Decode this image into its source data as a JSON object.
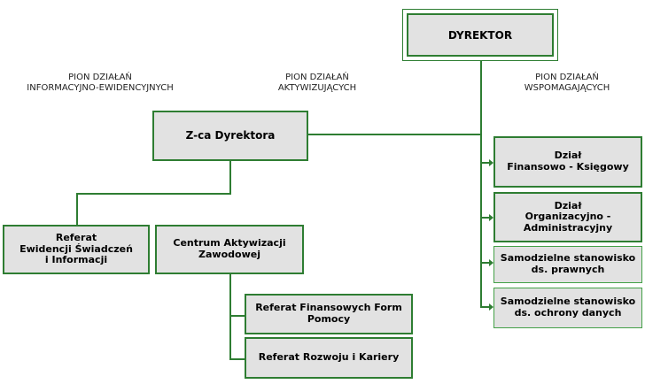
{
  "pion": {
    "informacyjny": [
      "PION DZIAŁAŃ",
      "INFORMACYJNO-EWIDENCYJNYCH"
    ],
    "aktywizujacy": [
      "PION DZIAŁAŃ",
      "AKTYWIZUJĄCYCH"
    ],
    "wspomagajacy": [
      "PION DZIAŁAŃ",
      "WSPOMAGAJĄCYCH"
    ]
  },
  "boxes": {
    "dyrektor": "DYREKTOR",
    "zca": "Z-ca Dyrektora",
    "referat_ewidencji": [
      "Referat",
      "Ewidencji Świadczeń",
      "i Informacji"
    ],
    "centrum": [
      "Centrum Aktywizacji",
      "Zawodowej"
    ],
    "referat_finansowych": [
      "Referat Finansowych Form",
      "Pomocy"
    ],
    "referat_rozwoju": "Referat Rozwoju i Kariery",
    "dzial_finansowo": [
      "Dział",
      "Finansowo - Księgowy"
    ],
    "dzial_organizacyjno": [
      "Dział",
      "Organizacyjno -",
      "Administracyjny"
    ],
    "stanowisko_prawne": [
      "Samodzielne stanowisko",
      "ds. prawnych"
    ],
    "stanowisko_dane": [
      "Samodzielne stanowisko",
      "ds. ochrony danych"
    ]
  },
  "colors": {
    "border": "#2e7d32",
    "fill": "#e2e2e2"
  }
}
